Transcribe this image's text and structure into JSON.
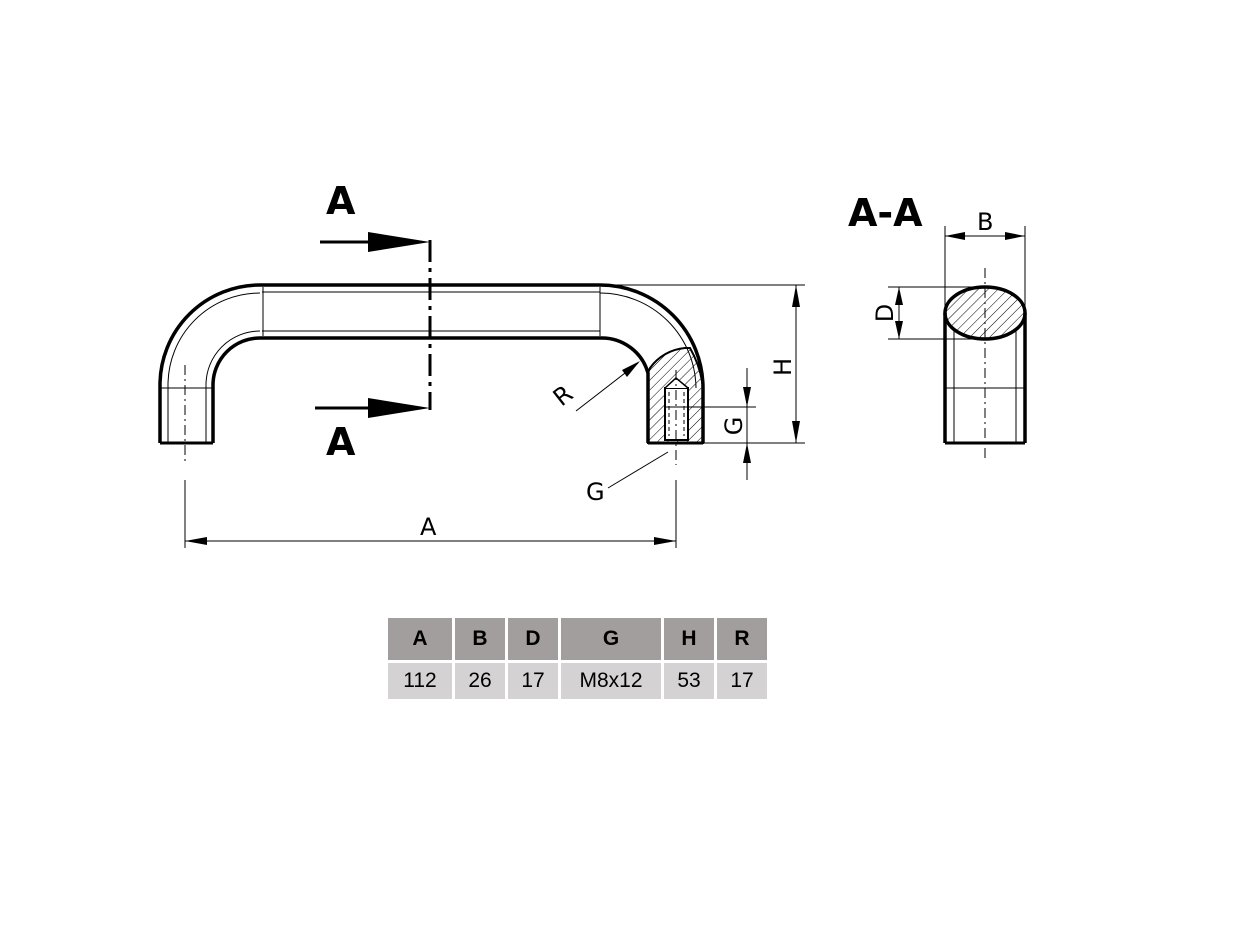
{
  "drawing": {
    "section_marker_top": "A",
    "section_marker_bottom": "A",
    "section_view_title": "A-A",
    "dimension_labels": {
      "A": "A",
      "B": "B",
      "D": "D",
      "G_thread": "G",
      "G_depth": "G",
      "H": "H",
      "R": "R"
    }
  },
  "spec_table": {
    "headers": [
      "A",
      "B",
      "D",
      "G",
      "H",
      "R"
    ],
    "rows": [
      [
        "112",
        "26",
        "17",
        "M8x12",
        "53",
        "17"
      ]
    ]
  }
}
